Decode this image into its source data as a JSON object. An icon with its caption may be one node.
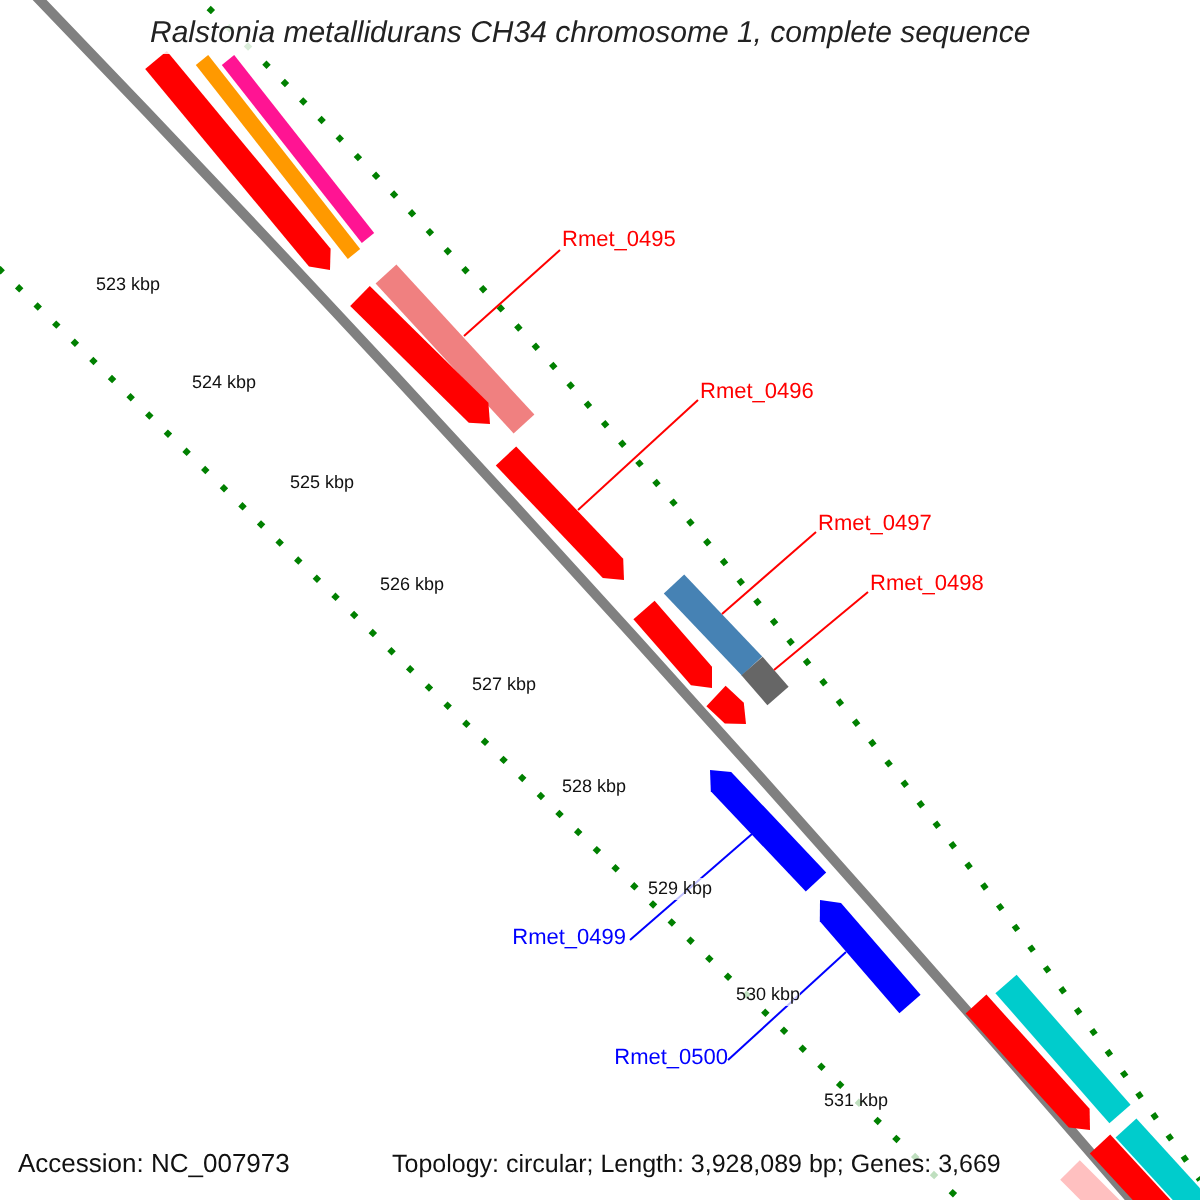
{
  "diagram": {
    "title": "Ralstonia metallidurans CH34 chromosome 1, complete sequence",
    "nodes": [
      {
        "text": [
          "Rmet_0495"
        ]
      },
      {
        "text": [
          "Rmet_0496"
        ]
      },
      {
        "text": [
          "Rmet_0497"
        ]
      },
      {
        "text": [
          "Rmet_0498"
        ]
      },
      {
        "text": [
          "Rmet_0499"
        ]
      },
      {
        "text": [
          "Rmet_0500"
        ]
      },
      {
        "text": [],
        "shape": "bar"
      },
      {
        "text": [],
        "shape": "bar"
      },
      {
        "text": [],
        "shape": "bar"
      },
      {
        "text": [],
        "shape": "bar"
      },
      {
        "text": [],
        "shape": "bar"
      },
      {
        "text": [],
        "shape": "bar"
      },
      {
        "text": [],
        "shape": "bar"
      },
      {
        "text": [],
        "shape": "bar"
      },
      {
        "text": [],
        "shape": "bar"
      },
      {
        "text": [],
        "shape": "bar"
      },
      {
        "text": [],
        "shape": "bar"
      },
      {
        "text": [],
        "shape": "bar"
      },
      {
        "text": [],
        "shape": "bar"
      },
      {
        "text": [],
        "shape": "bar"
      },
      {
        "text": [],
        "shape": "bar"
      },
      {
        "text": [],
        "shape": "bar"
      },
      {
        "text": [],
        "shape": "bar"
      }
    ],
    "edges": [
      {
        "from": 0,
        "to": 9,
        "arrow": "none"
      },
      {
        "from": 1,
        "to": 11,
        "arrow": "none"
      },
      {
        "from": 2,
        "to": 12,
        "arrow": "none"
      },
      {
        "from": 3,
        "to": 14,
        "arrow": "none"
      },
      {
        "from": 4,
        "to": 16,
        "arrow": "none",
        "color": "#0000ff"
      },
      {
        "from": 5,
        "to": 17,
        "arrow": "none",
        "color": "#0000ff"
      }
    ],
    "labels": [
      "523 kbp",
      "524 kbp",
      "525 kbp",
      "526 kbp",
      "527 kbp",
      "528 kbp",
      "529 kbp",
      "530 kbp",
      "531 kbp",
      "Accession: NC_007973",
      "Topology: circular; Length: 3,928,089 bp; Genes: 3,669"
    ]
  }
}
